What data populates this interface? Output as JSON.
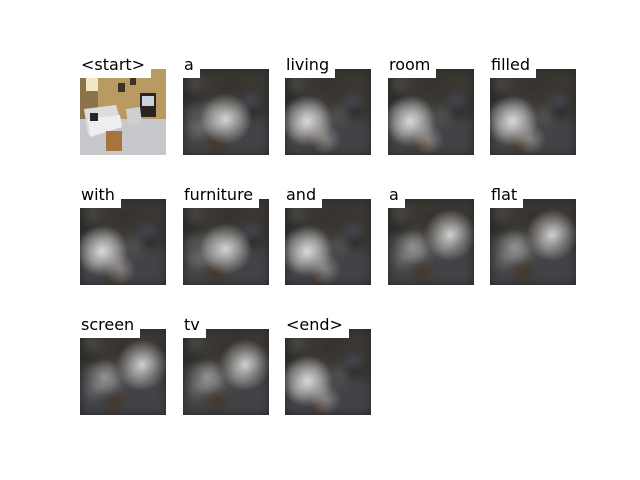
{
  "words": [
    {
      "label": "<start>",
      "kind": "photo"
    },
    {
      "label": "a",
      "kind": "attention",
      "focus": "center"
    },
    {
      "label": "living",
      "kind": "attention",
      "focus": "left"
    },
    {
      "label": "room",
      "kind": "attention",
      "focus": "left"
    },
    {
      "label": "filled",
      "kind": "attention",
      "focus": "left"
    },
    {
      "label": "with",
      "kind": "attention",
      "focus": "left"
    },
    {
      "label": "furniture",
      "kind": "attention",
      "focus": "center"
    },
    {
      "label": "and",
      "kind": "attention",
      "focus": "left"
    },
    {
      "label": "a",
      "kind": "attention",
      "focus": "right"
    },
    {
      "label": "flat",
      "kind": "attention",
      "focus": "right"
    },
    {
      "label": "screen",
      "kind": "attention",
      "focus": "right"
    },
    {
      "label": "tv",
      "kind": "attention",
      "focus": "right"
    },
    {
      "label": "<end>",
      "kind": "attention",
      "focus": "left"
    }
  ],
  "colors": {
    "background": "#ffffff",
    "text": "#000000",
    "room_dark": "#2e3033",
    "wall_warm": "#b89a62",
    "sofa": "#dcdcdc",
    "table_wood": "#a8743e",
    "floor": "#c7c8cb"
  }
}
